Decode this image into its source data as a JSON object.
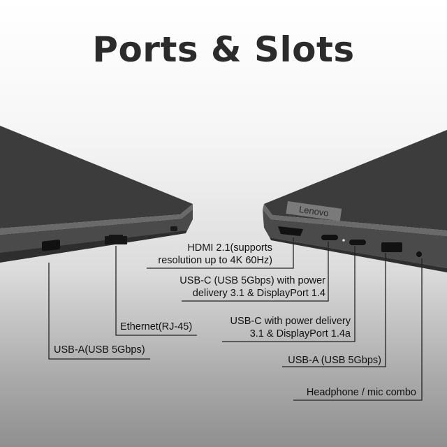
{
  "title": "Ports & Slots",
  "brand_logo": "Lenovo",
  "left_side": {
    "ports": [
      {
        "label": "USB-A(USB 5Gbps)"
      },
      {
        "label": "Ethernet(RJ-45)"
      }
    ]
  },
  "right_side": {
    "ports": [
      {
        "label_lines": [
          "HDMI 2.1(supports",
          "resolution up to 4K 60Hz)"
        ]
      },
      {
        "label_lines": [
          "USB-C (USB 5Gbps) with power",
          "delivery 3.1 & DisplayPort 1.4"
        ]
      },
      {
        "label_lines": [
          "USB-C with power delivery",
          "3.1 & DisplayPort 1.4a"
        ]
      },
      {
        "label_lines": [
          "USB-A (USB 5Gbps)"
        ]
      },
      {
        "label_lines": [
          "Headphone / mic combo"
        ]
      }
    ]
  },
  "colors": {
    "laptop_body": "#3a3a3a",
    "laptop_edge": "#5a5a5a",
    "leader_line": "#222222"
  }
}
